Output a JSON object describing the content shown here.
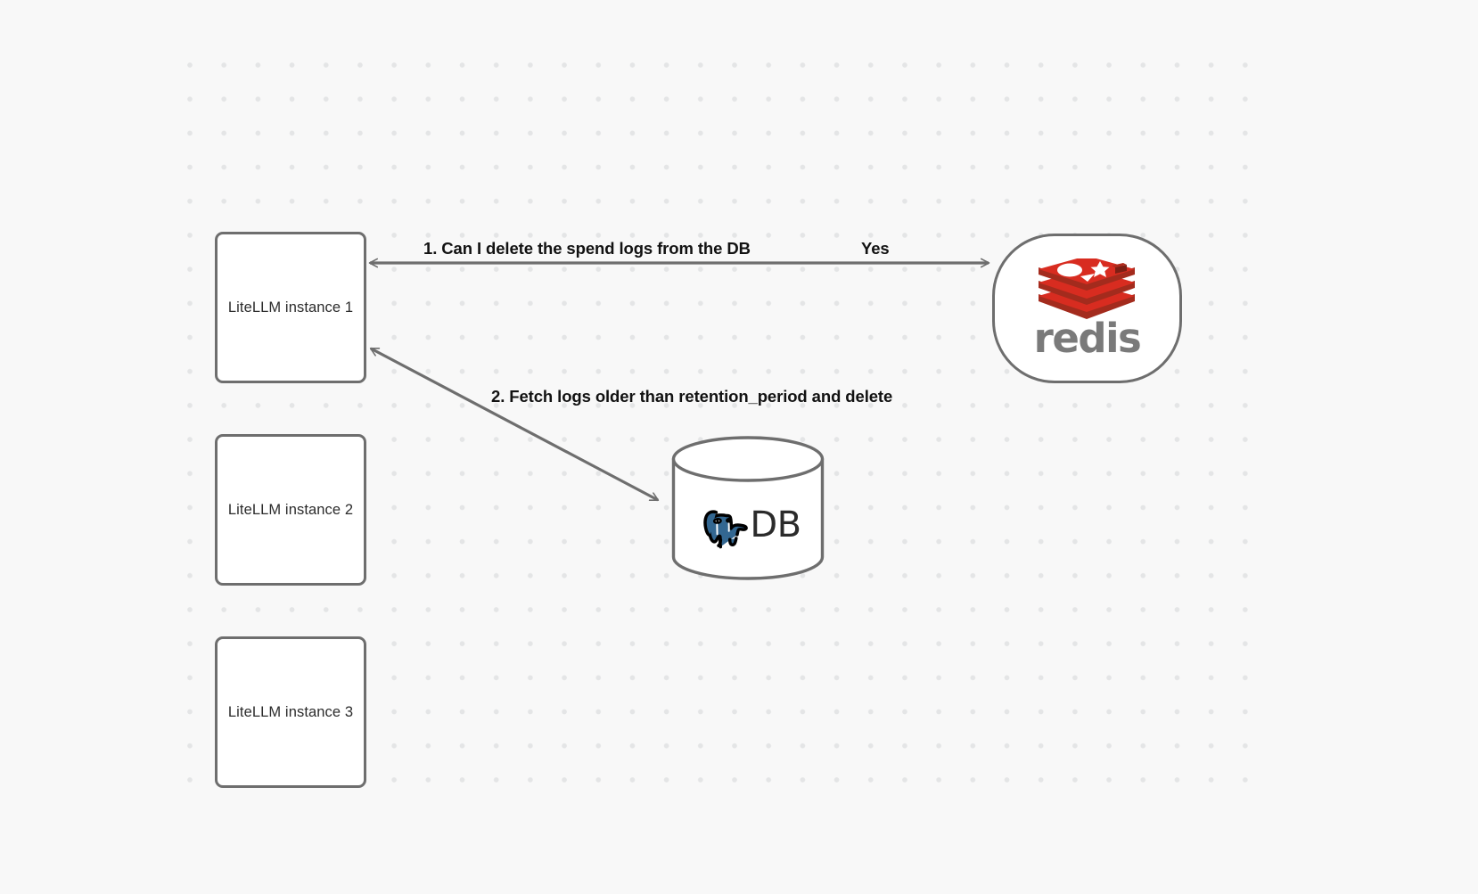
{
  "diagram": {
    "background_color": "#f8f8f8",
    "grid_dot_color": "#e4e5e6",
    "stroke_color": "#6e6e6e",
    "nodes": {
      "litellm_1": {
        "label": "LiteLLM instance 1"
      },
      "litellm_2": {
        "label": "LiteLLM instance 2"
      },
      "litellm_3": {
        "label": "LiteLLM instance 3"
      },
      "redis": {
        "wordmark": "redis",
        "icon_name": "redis-stacked-cube-logo",
        "brand_color": "#d82c20",
        "wordmark_color": "#7a7a7a"
      },
      "database": {
        "label": "DB",
        "icon_name": "postgresql-elephant-logo",
        "brand_color": "#336791"
      }
    },
    "edges": [
      {
        "id": "edge-1",
        "from": "litellm_1",
        "to": "redis",
        "label": "1.  Can I delete the spend logs from the DB",
        "reply_label": "Yes",
        "direction": "bidirectional"
      },
      {
        "id": "edge-2",
        "from": "litellm_1",
        "to": "database",
        "label": "2.  Fetch logs older than retention_period and delete",
        "direction": "bidirectional"
      }
    ]
  }
}
